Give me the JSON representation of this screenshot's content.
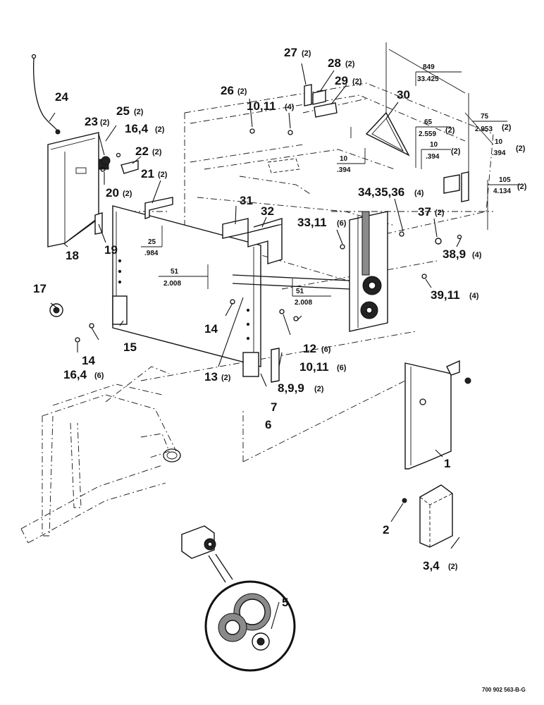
{
  "callouts": [
    {
      "id": "c24",
      "label": "24",
      "qty": ""
    },
    {
      "id": "c23",
      "label": "23",
      "qty": "(2)"
    },
    {
      "id": "c25",
      "label": "25",
      "qty": "(2)"
    },
    {
      "id": "c16_4a",
      "label": "16,4",
      "qty": "(2)"
    },
    {
      "id": "c22",
      "label": "22",
      "qty": "(2)"
    },
    {
      "id": "c20",
      "label": "20",
      "qty": "(2)"
    },
    {
      "id": "c21",
      "label": "21",
      "qty": "(2)"
    },
    {
      "id": "c26",
      "label": "26",
      "qty": "(2)"
    },
    {
      "id": "c10_11a",
      "label": "10,11",
      "qty": "(4)"
    },
    {
      "id": "c27",
      "label": "27",
      "qty": "(2)"
    },
    {
      "id": "c28",
      "label": "28",
      "qty": "(2)"
    },
    {
      "id": "c29",
      "label": "29",
      "qty": "(2)"
    },
    {
      "id": "c30",
      "label": "30",
      "qty": ""
    },
    {
      "id": "c31",
      "label": "31",
      "qty": ""
    },
    {
      "id": "c32",
      "label": "32",
      "qty": ""
    },
    {
      "id": "c34",
      "label": "34,35,36",
      "qty": "(4)"
    },
    {
      "id": "c33",
      "label": "33,11",
      "qty": "(6)"
    },
    {
      "id": "c37",
      "label": "37",
      "qty": "(2)"
    },
    {
      "id": "c38",
      "label": "38,9",
      "qty": "(4)"
    },
    {
      "id": "c39",
      "label": "39,11",
      "qty": "(4)"
    },
    {
      "id": "c19",
      "label": "19",
      "qty": ""
    },
    {
      "id": "c18",
      "label": "18",
      "qty": ""
    },
    {
      "id": "c17",
      "label": "17",
      "qty": ""
    },
    {
      "id": "c14a",
      "label": "14",
      "qty": ""
    },
    {
      "id": "c14b",
      "label": "14",
      "qty": ""
    },
    {
      "id": "c15",
      "label": "15",
      "qty": ""
    },
    {
      "id": "c16_4b",
      "label": "16,4",
      "qty": "(6)"
    },
    {
      "id": "c13",
      "label": "13",
      "qty": "(2)"
    },
    {
      "id": "c12",
      "label": "12",
      "qty": "(6)"
    },
    {
      "id": "c10_11b",
      "label": "10,11",
      "qty": "(6)"
    },
    {
      "id": "c8_9",
      "label": "8,9,9",
      "qty": "(2)"
    },
    {
      "id": "c7",
      "label": "7",
      "qty": ""
    },
    {
      "id": "c6",
      "label": "6",
      "qty": ""
    },
    {
      "id": "c1",
      "label": "1",
      "qty": ""
    },
    {
      "id": "c2",
      "label": "2",
      "qty": ""
    },
    {
      "id": "c3_4",
      "label": "3,4",
      "qty": "(2)"
    },
    {
      "id": "c5",
      "label": "5",
      "qty": ""
    }
  ],
  "dimensions": {
    "d849_top": "849",
    "d849_bot": "33.425",
    "d75_top": "75",
    "d75_bot": "2.953",
    "d75_qty": "(2)",
    "d65_top": "65",
    "d65_bot": "2.559",
    "d65_qty": "(2)",
    "d10a_top": "10",
    "d10a_bot": ".394",
    "d10a_qty": "(2)",
    "d10b_top": "10",
    "d10b_bot": ".394",
    "d10b_qty": "(2)",
    "d10c_top": "10",
    "d10c_bot": ".394",
    "d105_top": "105",
    "d105_bot": "4.134",
    "d105_qty": "(2)",
    "d25_top": "25",
    "d25_bot": ".984",
    "d51a_top": "51",
    "d51a_bot": "2.008",
    "d51b_top": "51",
    "d51b_bot": "2.008"
  },
  "reference": "700 902 563-B-G"
}
